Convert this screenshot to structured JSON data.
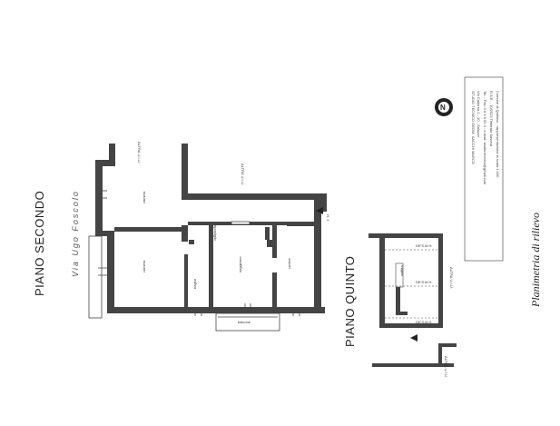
{
  "floors": {
    "second": "PIANO SECONDO",
    "fifth": "PIANO QUINTO"
  },
  "street": "Via Ugo Foscolo",
  "rooms": {
    "camera_top": "camera",
    "camera_bottom": "camera",
    "ripostiglio": "ripostiglio",
    "soggiorno": "soggiorno",
    "cucina": "cucina",
    "bagno": "bagno",
    "balcone": "balcone",
    "sottotetto": "soffitta"
  },
  "notes": {
    "altra_ui_1": "ALTRA U.I.U.",
    "altra_ui_2": "ALTRA U.I.U.",
    "altra_ui_3": "ALTRA U.I.U.",
    "altra_ui_4": "ALTRA U.I.U.",
    "h_second": "H. 3",
    "h_fifth_1": "DE'S.M  H.",
    "h_fifth_2": "DE'S.M  H.",
    "h_fifth_3": "DE'S.M  H."
  },
  "stamp": {
    "lines": [
      "STUDIO TECNICO GEOM. SACCHI MARCO",
      "Via Cadorna 1 - 10 - Saluzzo",
      "Tel. - Fax: 0 6 4 6 00 4 - e-mail: studio.tecnico@gmail.com",
      "R.S.E. - 10/2023 Timbrato Savona",
      "Comune di Quiliano - rappresentazione in scala 1:100"
    ]
  },
  "caption": "Planimetria di rilievo"
}
